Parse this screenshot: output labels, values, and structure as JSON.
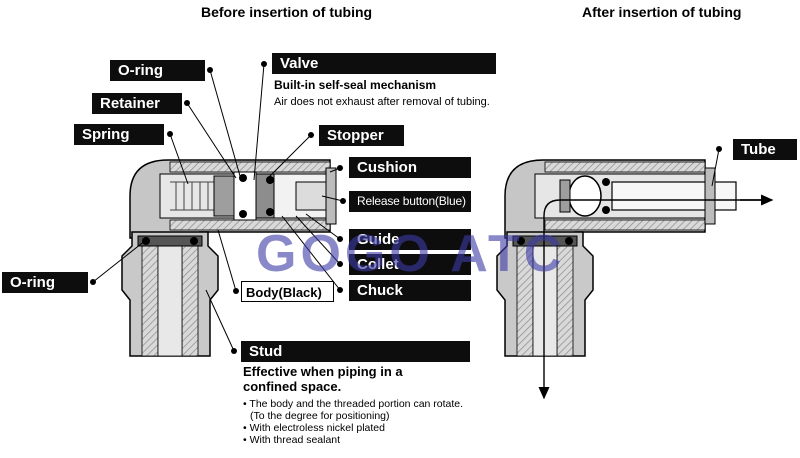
{
  "headings": {
    "before": "Before insertion of tubing",
    "after": "After insertion of tubing"
  },
  "labels": {
    "oring_top": "O-ring",
    "valve": "Valve",
    "retainer": "Retainer",
    "spring": "Spring",
    "stopper": "Stopper",
    "cushion": "Cushion",
    "release_button": "Release button(Blue)",
    "guide": "Guide",
    "collet": "Collet",
    "chuck": "Chuck",
    "oring_left": "O-ring",
    "body": "Body(Black)",
    "stud": "Stud",
    "tube": "Tube"
  },
  "valve_desc": {
    "title": "Built-in self-seal mechanism",
    "sub": "Air does not exhaust after removal of tubing."
  },
  "stud_desc": {
    "title_line1": "Effective when piping in a",
    "title_line2": "confined space.",
    "bullets": [
      "The body and the threaded portion can rotate.",
      "(To the degree for positioning)",
      "With electroless nickel plated",
      "With thread sealant"
    ]
  },
  "watermark": "GOGO ATC",
  "colors": {
    "label_bg": "#0d0d0d",
    "label_text": "#ffffff",
    "watermark": "#3c3aa5",
    "fitting_gray": "#bdbdbd"
  }
}
